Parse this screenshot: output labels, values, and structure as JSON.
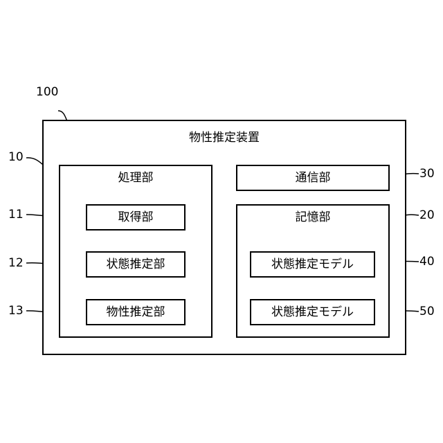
{
  "device": {
    "ref": "100",
    "title": "物性推定装置"
  },
  "processing_unit": {
    "ref": "10",
    "title": "処理部",
    "items": [
      {
        "ref": "11",
        "label": "取得部"
      },
      {
        "ref": "12",
        "label": "状態推定部"
      },
      {
        "ref": "13",
        "label": "物性推定部"
      }
    ]
  },
  "communication_unit": {
    "ref": "30",
    "label": "通信部"
  },
  "storage_unit": {
    "ref": "20",
    "title": "記憶部",
    "items": [
      {
        "ref": "40",
        "label": "状態推定モデル"
      },
      {
        "ref": "50",
        "label": "状態推定モデル"
      }
    ]
  }
}
